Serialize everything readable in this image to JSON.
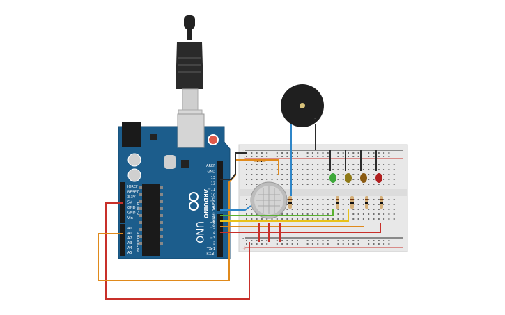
{
  "arduino": {
    "brand": "ARDUINO",
    "model": "UNO",
    "header_digital_top": [
      "AREF",
      "GND",
      "13",
      "12",
      "~11",
      "~10",
      "~9",
      "8"
    ],
    "header_digital_bottom": [
      "7",
      "~6",
      "~5",
      "4",
      "~3",
      "2",
      "TX▸1",
      "RX◂0"
    ],
    "header_digital_title": "DIGITAL (PWM~)",
    "header_power": [
      "IOREF",
      "RESET",
      "3.3V",
      "5V",
      "GND",
      "GND",
      "Vin"
    ],
    "header_power_title": "POWER",
    "header_analog": [
      "A0",
      "A1",
      "A2",
      "A3",
      "A4",
      "A5"
    ],
    "header_analog_title": "ANALOG IN"
  },
  "breadboard": {
    "rail_plus": "+",
    "rail_minus": "-"
  },
  "buzzer": {
    "pin_plus": "+",
    "pin_minus": "-"
  },
  "colors": {
    "board_blue": "#1c5d8c",
    "wire_red": "#c8302a",
    "wire_orange": "#e08a1c",
    "wire_green": "#59b030",
    "wire_yellow": "#e8c21a",
    "wire_blue": "#2f86c8",
    "wire_black": "#2b2b2b",
    "led_green": "#3ea83a",
    "led_yellow": "#8f7a18",
    "led_amber": "#8a5a12",
    "led_red": "#b01f1f"
  }
}
